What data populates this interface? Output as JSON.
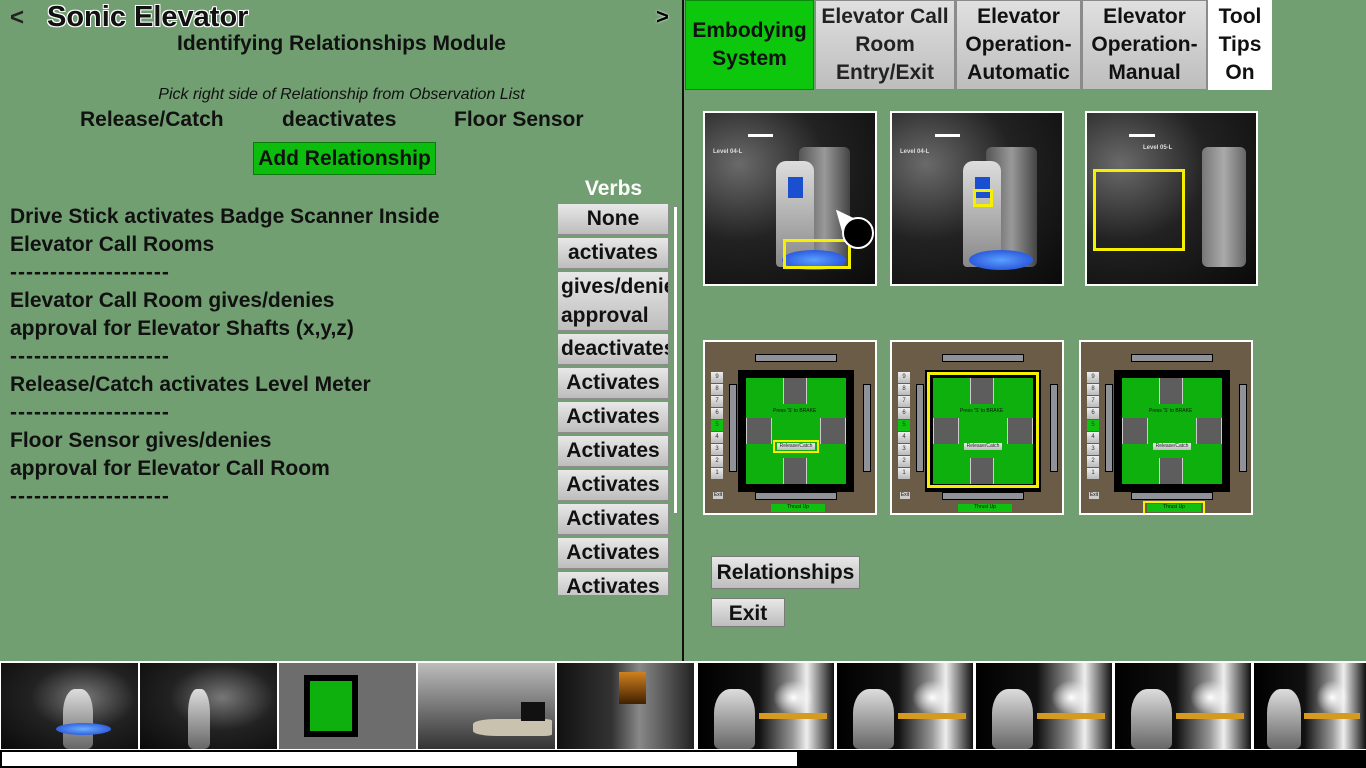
{
  "header": {
    "prev_label": "<",
    "next_label": ">",
    "app_title": "Sonic Elevator",
    "module_title": "Identifying Relationships Module"
  },
  "builder": {
    "instruction": "Pick right side of Relationship from Observation List",
    "left_term": "Release/Catch",
    "verb": "deactivates",
    "right_term": "Floor Sensor",
    "add_button": "Add Relationship"
  },
  "relationships": {
    "items": [
      {
        "line1": "Drive Stick activates Badge Scanner Inside",
        "line2": "Elevator Call Rooms"
      },
      {
        "line1": "Elevator Call Room gives/denies",
        "line2": "approval for Elevator Shafts (x,y,z)"
      },
      {
        "line1": "Release/Catch activates Level Meter",
        "line2": ""
      },
      {
        "line1": "Floor Sensor gives/denies",
        "line2": "approval for Elevator Call Room"
      }
    ],
    "separator": "--------------------"
  },
  "verbs": {
    "title": "Verbs",
    "items": [
      "None",
      "activates",
      "gives/denies approval for",
      "deactivates",
      "Activates",
      "Activates",
      "Activates",
      "Activates",
      "Activates",
      "Activates",
      "Activates"
    ]
  },
  "tabs": [
    {
      "label": "Embodying System",
      "active": true
    },
    {
      "label": "Elevator Call Room Entry/Exit",
      "active": false
    },
    {
      "label": "Elevator Operation-Automatic",
      "active": false
    },
    {
      "label": "Elevator Operation-Manual",
      "active": false
    },
    {
      "label": "Tool Tips On",
      "active": false
    }
  ],
  "control_panel": {
    "floors": [
      "9",
      "8",
      "7",
      "6",
      "5",
      "4",
      "3",
      "2",
      "1"
    ],
    "active_floor": "5",
    "brake_hint": "Press 'S' to BRAKE",
    "release_label": "Release/Catch",
    "thrust_label": "Thrust Up",
    "exit_label": "Exit"
  },
  "scene_labels": {
    "level_a": "Level 04-L",
    "level_b": "Level 05-L"
  },
  "actions": {
    "relationships": "Relationships",
    "exit": "Exit"
  },
  "colors": {
    "background": "#719f71",
    "active_green": "#0dc70d",
    "highlight_yellow": "#f5f000",
    "panel_brown": "#6b5c48"
  },
  "filmstrip": {
    "count": 10
  },
  "scrollbar": {
    "position_fraction": 0.58
  }
}
